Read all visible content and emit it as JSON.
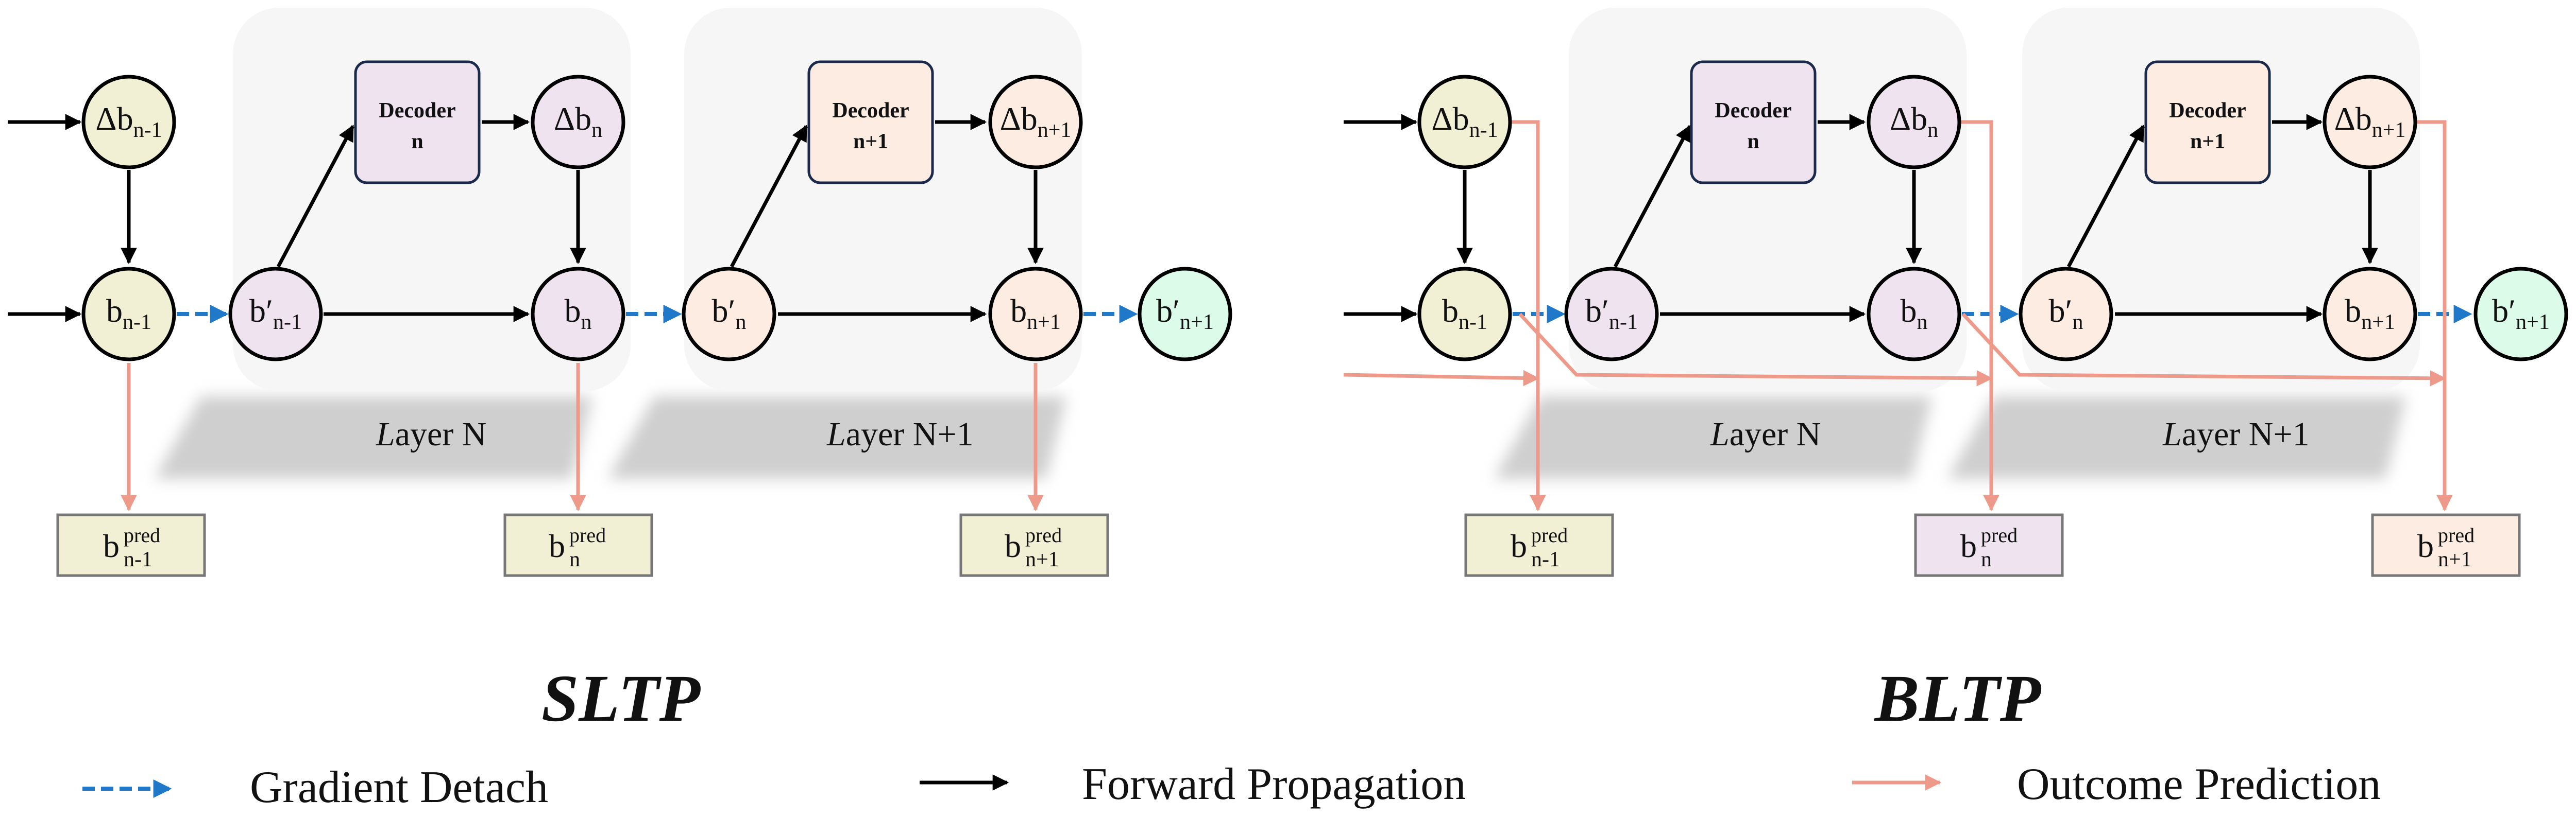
{
  "panels": [
    {
      "id": "sltp",
      "title": "SLTP",
      "layers": [
        {
          "label_italic": "L",
          "label_rest": "ayer N",
          "decoder_line1": "Decoder",
          "decoder_line2": "n"
        },
        {
          "label_italic": "L",
          "label_rest": "ayer N+1",
          "decoder_line1": "Decoder",
          "decoder_line2": "n+1"
        }
      ],
      "nodes": {
        "delta_prev": {
          "base": "Δb",
          "sub": "n-1"
        },
        "delta_n": {
          "base": "Δb",
          "sub": "n"
        },
        "delta_next": {
          "base": "Δb",
          "sub": "n+1"
        },
        "b_prev": {
          "base": "b",
          "sub": "n-1"
        },
        "bprime_prev": {
          "base": "b′",
          "sub": "n-1"
        },
        "b_n": {
          "base": "b",
          "sub": "n"
        },
        "bprime_n": {
          "base": "b′",
          "sub": "n"
        },
        "b_next": {
          "base": "b",
          "sub": "n+1"
        },
        "bprime_next": {
          "base": "b′",
          "sub": "n+1"
        }
      },
      "predictions": [
        {
          "base": "b",
          "sup": "pred",
          "sub": "n-1"
        },
        {
          "base": "b",
          "sup": "pred",
          "sub": "n"
        },
        {
          "base": "b",
          "sup": "pred",
          "sub": "n+1"
        }
      ]
    },
    {
      "id": "bltp",
      "title": "BLTP",
      "layers": [
        {
          "label_italic": "L",
          "label_rest": "ayer N",
          "decoder_line1": "Decoder",
          "decoder_line2": "n"
        },
        {
          "label_italic": "L",
          "label_rest": "ayer N+1",
          "decoder_line1": "Decoder",
          "decoder_line2": "n+1"
        }
      ],
      "nodes": {
        "delta_prev": {
          "base": "Δb",
          "sub": "n-1"
        },
        "delta_n": {
          "base": "Δb",
          "sub": "n"
        },
        "delta_next": {
          "base": "Δb",
          "sub": "n+1"
        },
        "b_prev": {
          "base": "b",
          "sub": "n-1"
        },
        "bprime_prev": {
          "base": "b′",
          "sub": "n-1"
        },
        "b_n": {
          "base": "b",
          "sub": "n"
        },
        "bprime_n": {
          "base": "b′",
          "sub": "n"
        },
        "b_next": {
          "base": "b",
          "sub": "n+1"
        },
        "bprime_next": {
          "base": "b′",
          "sub": "n+1"
        }
      },
      "predictions": [
        {
          "base": "b",
          "sup": "pred",
          "sub": "n-1"
        },
        {
          "base": "b",
          "sup": "pred",
          "sub": "n"
        },
        {
          "base": "b",
          "sup": "pred",
          "sub": "n+1"
        }
      ]
    }
  ],
  "legend": [
    {
      "kind": "gradient-detach",
      "label": "Gradient Detach",
      "color": "#1f78c8"
    },
    {
      "kind": "forward-propagation",
      "label": "Forward Propagation",
      "color": "#000000"
    },
    {
      "kind": "outcome-prediction",
      "label": "Outcome Prediction",
      "color": "#ee9a8a"
    }
  ],
  "colors": {
    "yellow_fill": "#f2f0d4",
    "purple_fill": "#eee3ef",
    "peach_fill": "#fcece2",
    "green_fill": "#dcfbe9",
    "layer_bg": "#f6f6f6",
    "shadow": "#cfcfcf",
    "detach_blue": "#1f78c8",
    "pred_salmon": "#ee9a8a",
    "decoder_border": "#1b2a4a"
  }
}
